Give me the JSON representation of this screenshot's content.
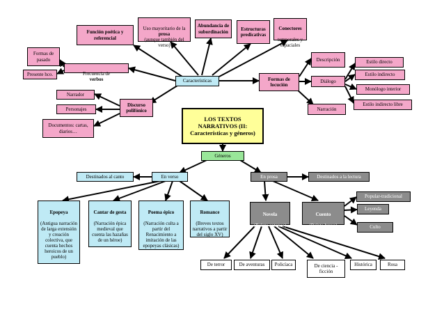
{
  "title": "LOS TEXTOS NARRATIVOS (II: Características y géneros)",
  "nodes": {
    "caracteristicas": "Características",
    "funcion_poetica": "Función poética y referencial",
    "uso_mayoritario": "Uso mayoritario de la prosa (aunque también del verso)",
    "uso_prefix": "Uso mayoritario de la",
    "uso_bold": "prosa",
    "uso_suffix": "(aunque también del verso)",
    "abundancia": "Abundancia de subordinación",
    "estructuras": "Estructuras predicativas",
    "conectores_title": "Conectores",
    "conectores_sub": "temporales y espaciales",
    "formas_pasado": "Formas de pasado",
    "presente_hco": "Presente hco.",
    "frecuencia_prefix": "Frecuencia de",
    "frecuencia_bold": "verbos",
    "narrador": "Narrador",
    "personajes": "Personajes",
    "documentos": "Documentos: cartas, diarios…",
    "discurso_polifonico": "Discurso polifónico",
    "formas_locucion": "Formas de locución",
    "descripcion": "Descripción",
    "dialogo": "Diálogo",
    "narracion": "Narración",
    "estilo_directo": "Estilo directo",
    "estilo_indirecto": "Estilo indirecto",
    "monologo_interior": "Monólogo interior",
    "estilo_indirecto_libre": "Estilo indirecto libre",
    "generos": "Géneros",
    "en_verso": "En verso",
    "en_prosa": "En prosa",
    "destinados_canto": "Destinados al canto",
    "destinados_lectura": "Destinados a la lectura",
    "epopeya_title": "Epopeya",
    "epopeya_desc": "(Antigua narración de larga extensión y creación colectiva, que cuenta hechos heroicos de un pueblo)",
    "cantar_title": "Cantar de gesta",
    "cantar_desc": "(Narración épica medieval que cuenta las hazañas de un héroe)",
    "poema_title": "Poema épico",
    "poema_desc": "(Narración culta a partir del Renacimiento a imitación de las epopeyas clásicas)",
    "romance_title": "Romance",
    "romance_desc": "(Breves textos narrativos a partir del siglo XV)",
    "novela_title": "Novela",
    "novela_desc": "(Relato extenso)",
    "cuento_title": "Cuento",
    "cuento_desc": "(Relato breve)",
    "popular_tradicional": "Popular-tradicional",
    "leyenda": "Leyenda",
    "culto": "Culto",
    "de_terror": "De terror",
    "de_aventuras": "De aventuras",
    "policiaca": "Policíaca",
    "de_ciencia_ficcion": "De ciencia -ficción",
    "historica": "Histórica",
    "rosa": "Rosa"
  }
}
